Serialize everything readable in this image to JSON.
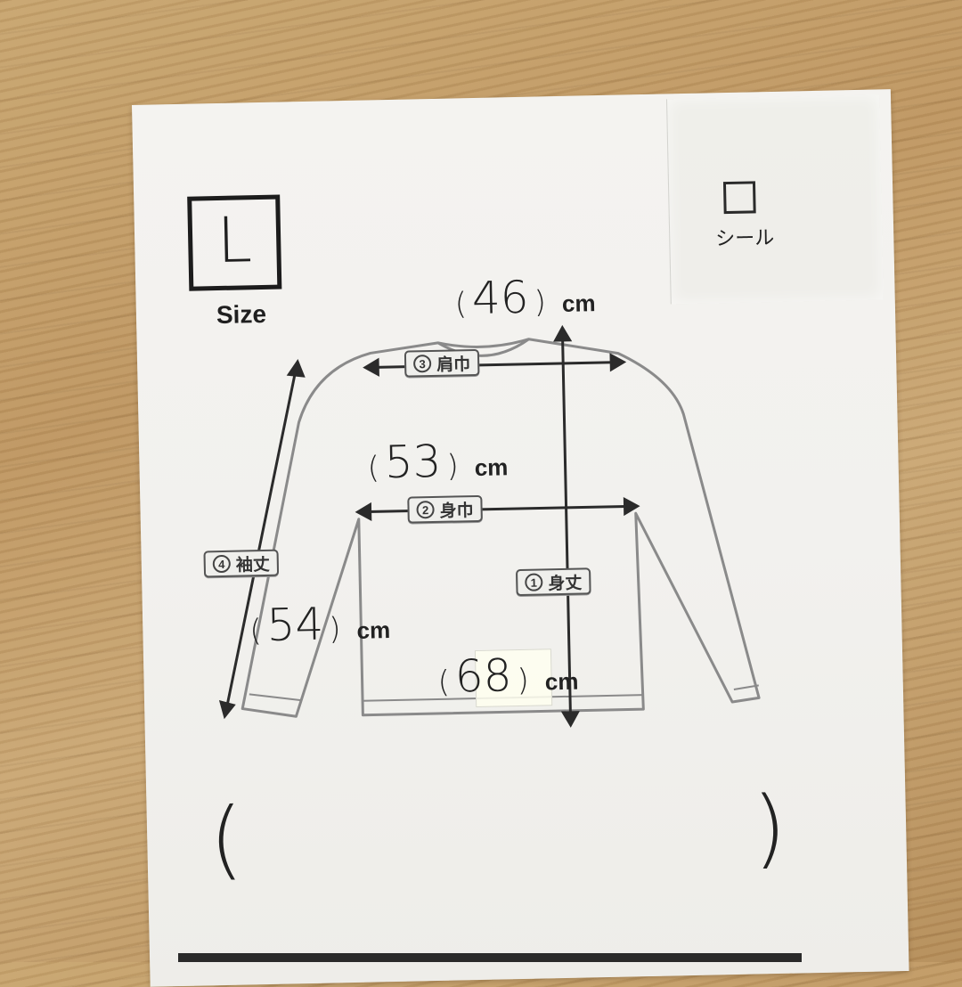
{
  "size": {
    "value": "L",
    "caption": "Size"
  },
  "seal": {
    "label": "シール"
  },
  "labels": {
    "shoulder": {
      "num": "3",
      "text": "肩巾"
    },
    "chest": {
      "num": "2",
      "text": "身巾"
    },
    "sleeve": {
      "num": "4",
      "text": "袖丈"
    },
    "length": {
      "num": "1",
      "text": "身丈"
    }
  },
  "measurements": {
    "shoulder": {
      "value": "46",
      "unit": "cm"
    },
    "chest": {
      "value": "53",
      "unit": "cm"
    },
    "sleeve": {
      "value": "54",
      "unit": "cm"
    },
    "length": {
      "value": "68",
      "unit": "cm"
    }
  },
  "paren_open": "(",
  "paren_close": ")",
  "colors": {
    "paper": "#f2f1ee",
    "ink": "#222222",
    "wood": "#c29d68"
  }
}
